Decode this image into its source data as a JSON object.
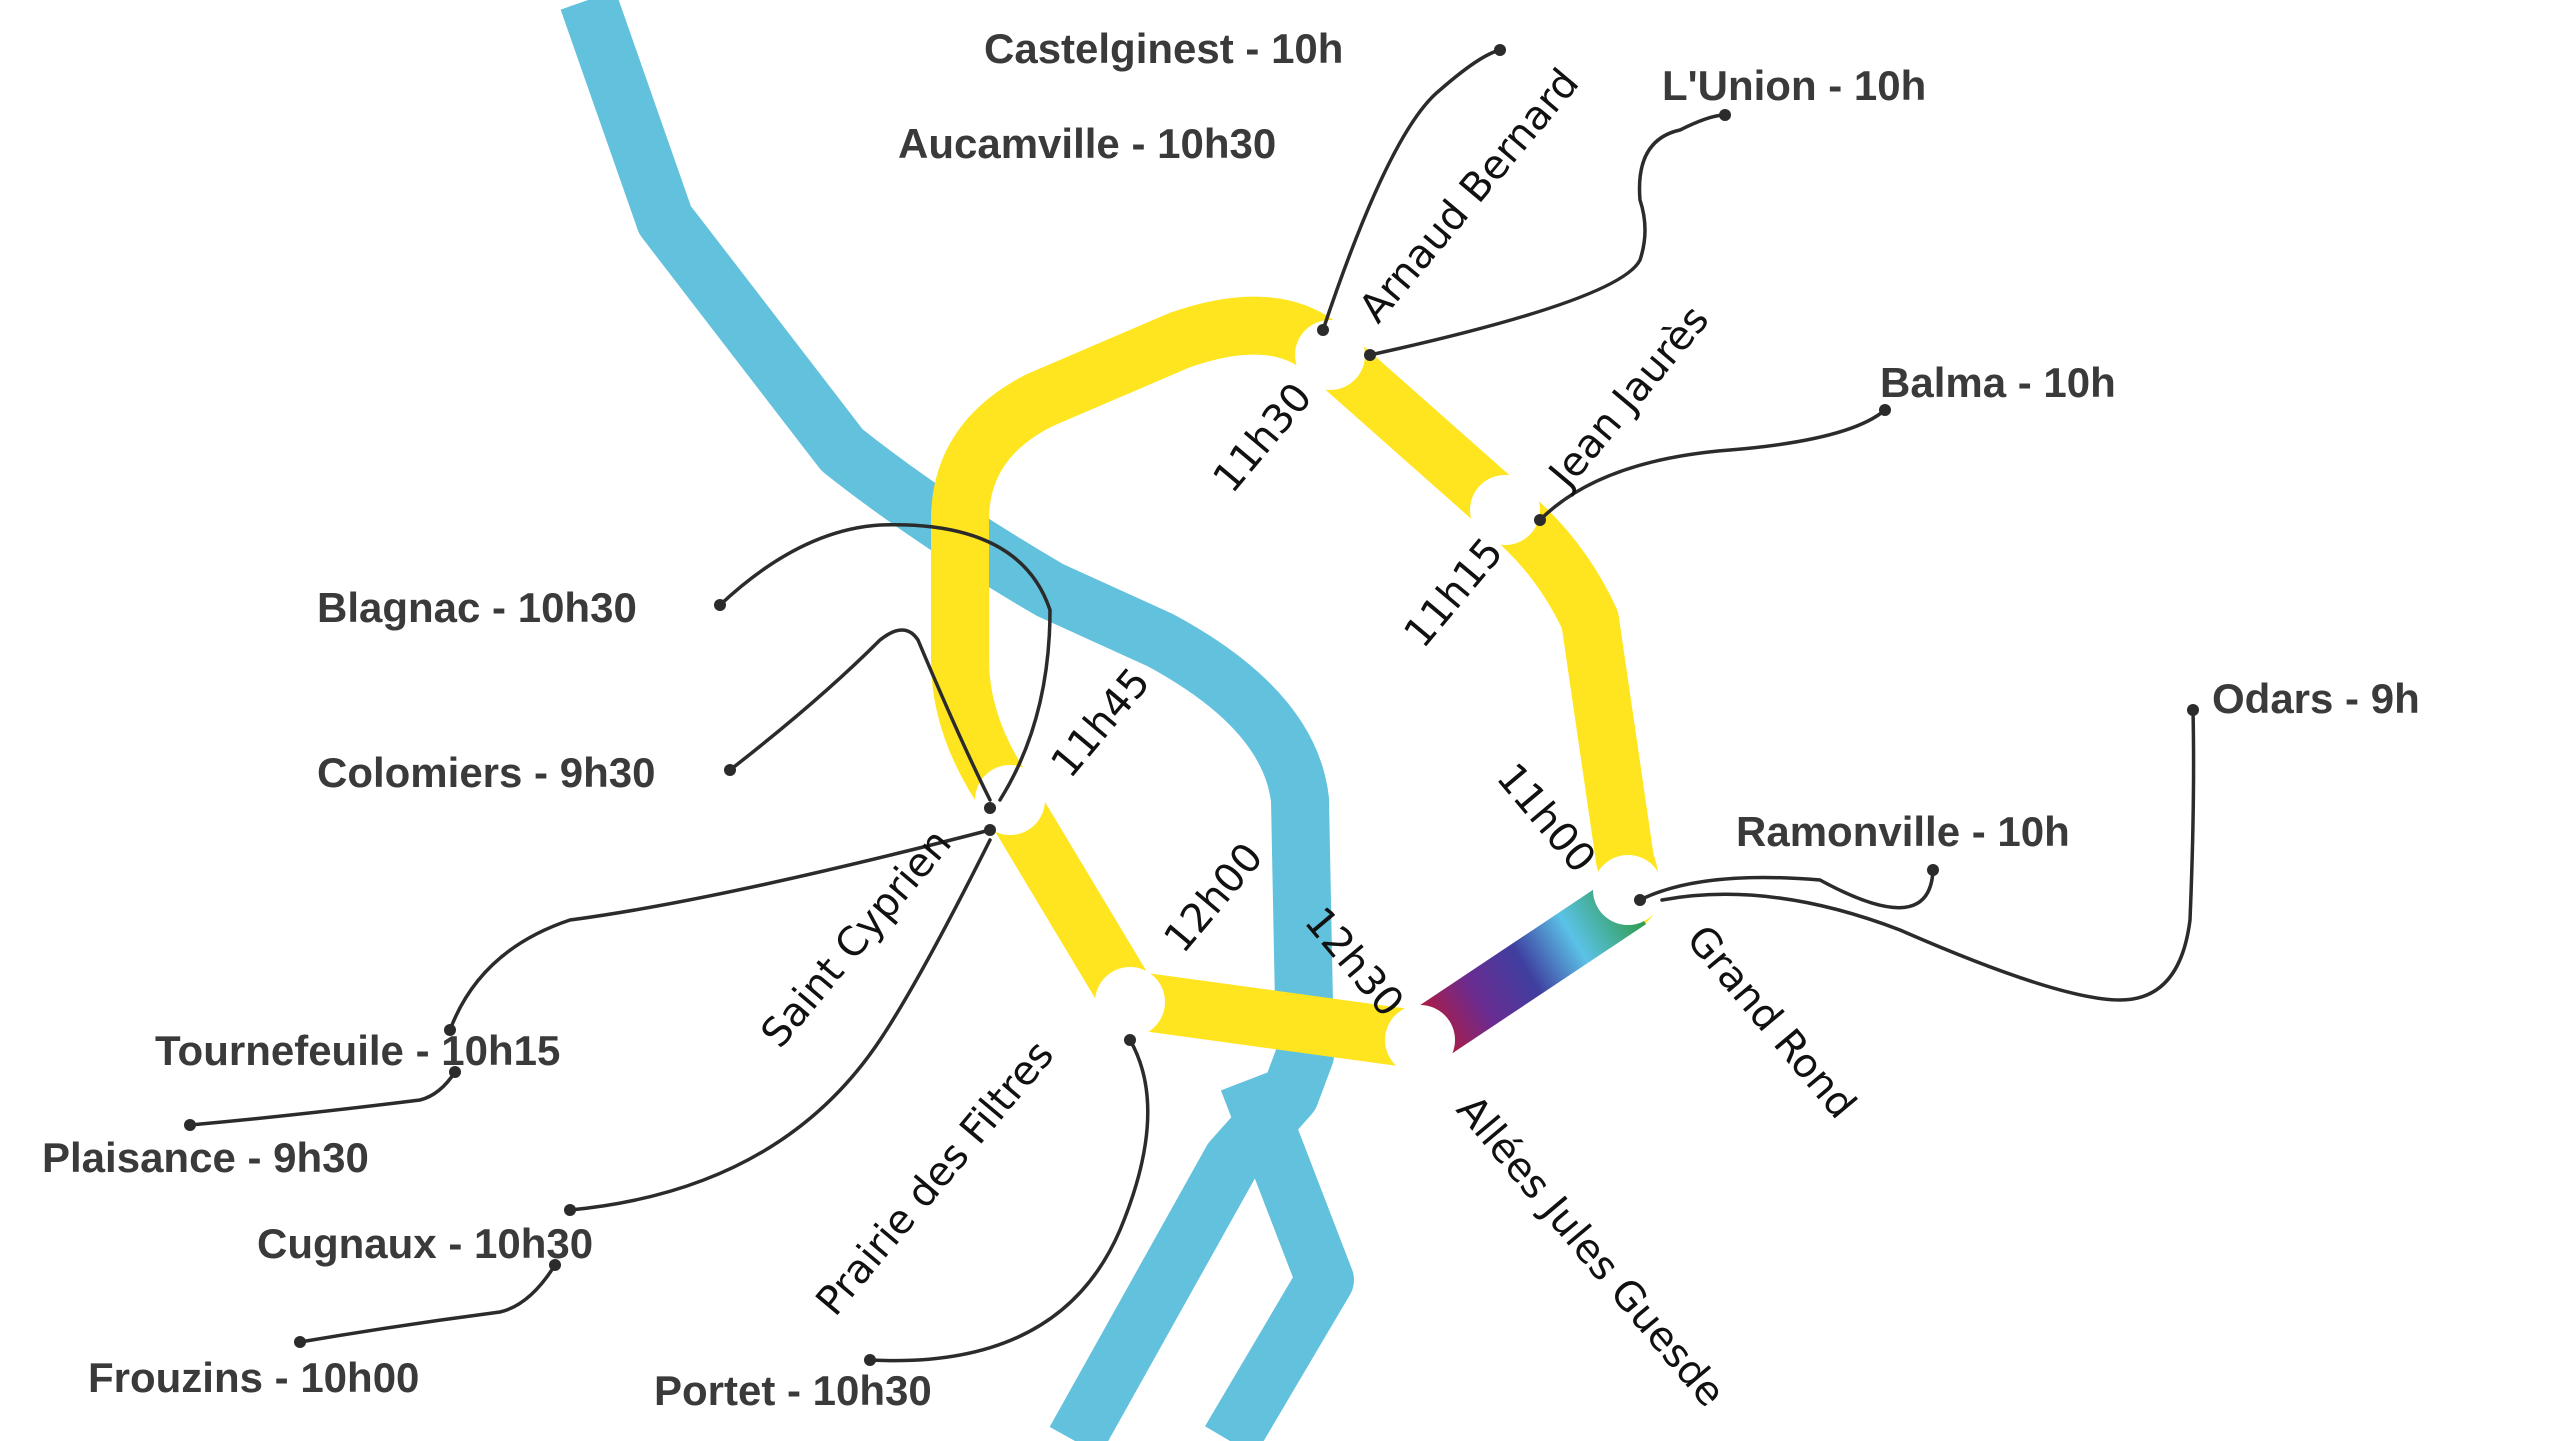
{
  "colors": {
    "river": "#62c1dc",
    "route": "#ffe51f",
    "station": "#ffffff",
    "leader": "#2b2b2b",
    "city_text": "#3a3a3a",
    "rainbow": [
      "#c4162a",
      "#6a2c91",
      "#3f3fa0",
      "#5bc2e7",
      "#2e9a48"
    ]
  },
  "stations": [
    {
      "id": "arnaud-bernard",
      "name": "Arnaud Bernard"
    },
    {
      "id": "jean-jaures",
      "name": "Jean Jaurès"
    },
    {
      "id": "grand-rond",
      "name": "Grand Rond"
    },
    {
      "id": "allees-jules-guesde",
      "name": "Allées Jules Guesde"
    },
    {
      "id": "prairie-des-filtres",
      "name": "Prairie des Filtres"
    },
    {
      "id": "saint-cyprien",
      "name": "Saint Cyprien"
    }
  ],
  "times": [
    {
      "id": "arnaud-bernard",
      "label": "11h30"
    },
    {
      "id": "jean-jaures",
      "label": "11h15"
    },
    {
      "id": "grand-rond",
      "label": "11h00"
    },
    {
      "id": "saint-cyprien",
      "label": "11h45"
    },
    {
      "id": "prairie-des-filtres",
      "label": "12h00"
    },
    {
      "id": "allees-jules-guesde",
      "label": "12h30"
    }
  ],
  "cities": [
    {
      "id": "castelginest",
      "label": "Castelginest  - 10h"
    },
    {
      "id": "aucamville",
      "label": "Aucamville - 10h30"
    },
    {
      "id": "lunion",
      "label": "L'Union - 10h"
    },
    {
      "id": "balma",
      "label": "Balma - 10h"
    },
    {
      "id": "odars",
      "label": "Odars - 9h"
    },
    {
      "id": "ramonville",
      "label": "Ramonville - 10h"
    },
    {
      "id": "blagnac",
      "label": "Blagnac - 10h30"
    },
    {
      "id": "colomiers",
      "label": "Colomiers - 9h30"
    },
    {
      "id": "tournefeuile",
      "label": "Tournefeuile  - 10h15"
    },
    {
      "id": "plaisance",
      "label": "Plaisance - 9h30"
    },
    {
      "id": "cugnaux",
      "label": "Cugnaux  - 10h30"
    },
    {
      "id": "frouzins",
      "label": "Frouzins  - 10h00"
    },
    {
      "id": "portet",
      "label": "Portet  - 10h30"
    }
  ]
}
